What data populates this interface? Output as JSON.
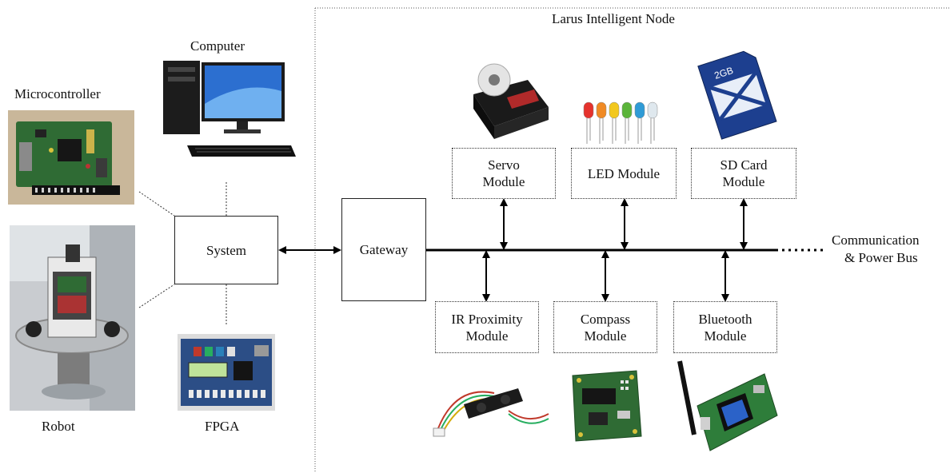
{
  "node_title": "Larus Intelligent Node",
  "left": {
    "microcontroller": "Microcontroller",
    "computer": "Computer",
    "robot": "Robot",
    "fpga": "FPGA",
    "system": "System"
  },
  "gateway": "Gateway",
  "bus_label": [
    "Communication",
    "& Power Bus"
  ],
  "top_modules": [
    {
      "lines": [
        "Servo",
        "Module"
      ]
    },
    {
      "lines": [
        "LED Module"
      ]
    },
    {
      "lines": [
        "SD Card",
        "Module"
      ]
    }
  ],
  "bottom_modules": [
    {
      "lines": [
        "IR Proximity",
        "Module"
      ]
    },
    {
      "lines": [
        "Compass",
        "Module"
      ]
    },
    {
      "lines": [
        "Bluetooth",
        "Module"
      ]
    }
  ],
  "sd_card_capacity": "2GB",
  "colors": {
    "line": "#000000",
    "led": [
      "#e5322d",
      "#f08a24",
      "#f2c81e",
      "#5bb43a",
      "#2f9bd6",
      "#dfe8ee"
    ],
    "pcb_green": "#2f6b34",
    "pcb_blue": "#2c4e86"
  },
  "icons": [
    "microcontroller-photo",
    "computer-photo",
    "robot-photo",
    "fpga-photo",
    "servo-photo",
    "led-photo",
    "sd-card-photo",
    "ir-sensor-photo",
    "compass-photo",
    "bluetooth-photo"
  ]
}
